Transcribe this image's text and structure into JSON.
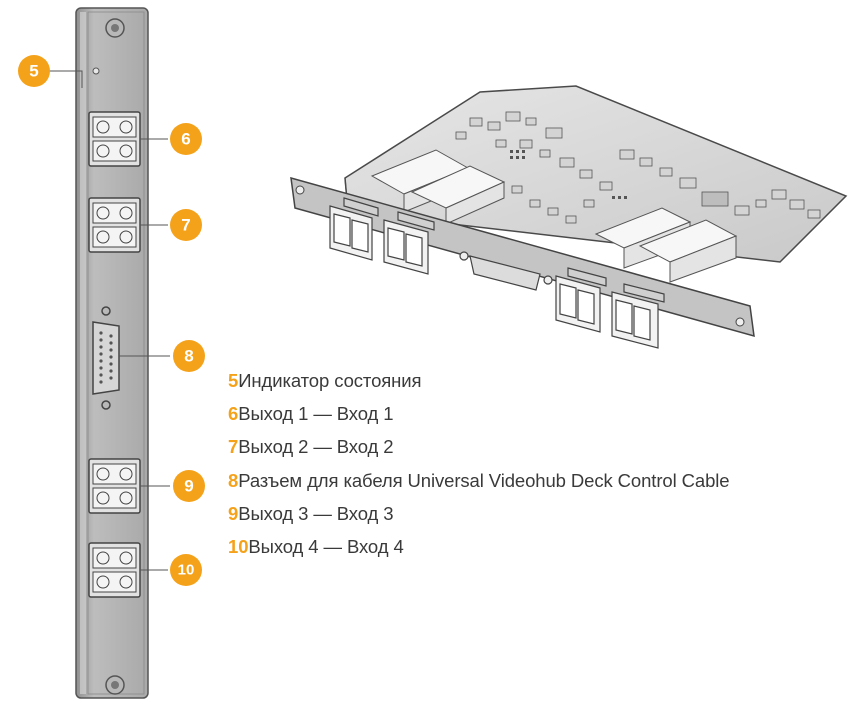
{
  "accent_color": "#f5a21b",
  "callouts": [
    "5",
    "6",
    "7",
    "8",
    "9",
    "10"
  ],
  "legend": [
    {
      "num": "5",
      "label": "Индикатор состояния"
    },
    {
      "num": "6",
      "label": "Выход 1 — Вход 1"
    },
    {
      "num": "7",
      "label": "Выход 2 — Вход 2"
    },
    {
      "num": "8",
      "label": "Разъем для кабеля Universal Videohub Deck Control Cable"
    },
    {
      "num": "9",
      "label": "Выход 3 — Вход 3"
    },
    {
      "num": "10",
      "label": "Выход 4 — Вход 4"
    }
  ]
}
